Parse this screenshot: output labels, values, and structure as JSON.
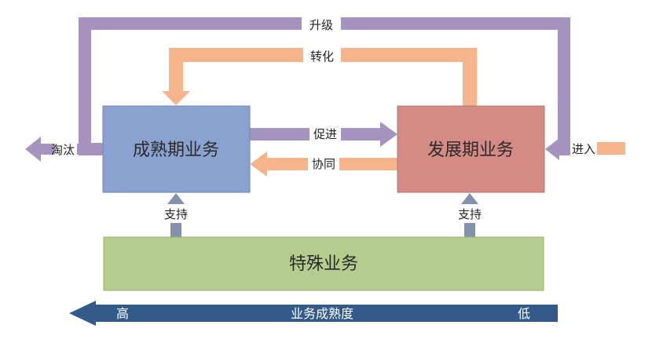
{
  "boxes": {
    "mature": {
      "label": "成熟期业务",
      "color": "#8aa2cf"
    },
    "developing": {
      "label": "发展期业务",
      "color": "#d48b86"
    },
    "special": {
      "label": "特殊业务",
      "color": "#b5cc8f"
    }
  },
  "arrows": {
    "upgrade": {
      "label": "升级",
      "color": "#a693bf"
    },
    "transform": {
      "label": "转化",
      "color": "#f5b48a"
    },
    "promote": {
      "label": "促进",
      "color": "#a693bf"
    },
    "cooperate": {
      "label": "协同",
      "color": "#f5b48a"
    },
    "eliminate": {
      "label": "淘汰",
      "color": "#a693bf"
    },
    "enter": {
      "label": "进入",
      "color": "#f5b48a"
    },
    "support_left": {
      "label": "支持",
      "color": "#8391ad"
    },
    "support_right": {
      "label": "支持",
      "color": "#8391ad"
    }
  },
  "maturity_axis": {
    "title": "业务成熟度",
    "high": "高",
    "low": "低",
    "color": "#335b8a"
  }
}
